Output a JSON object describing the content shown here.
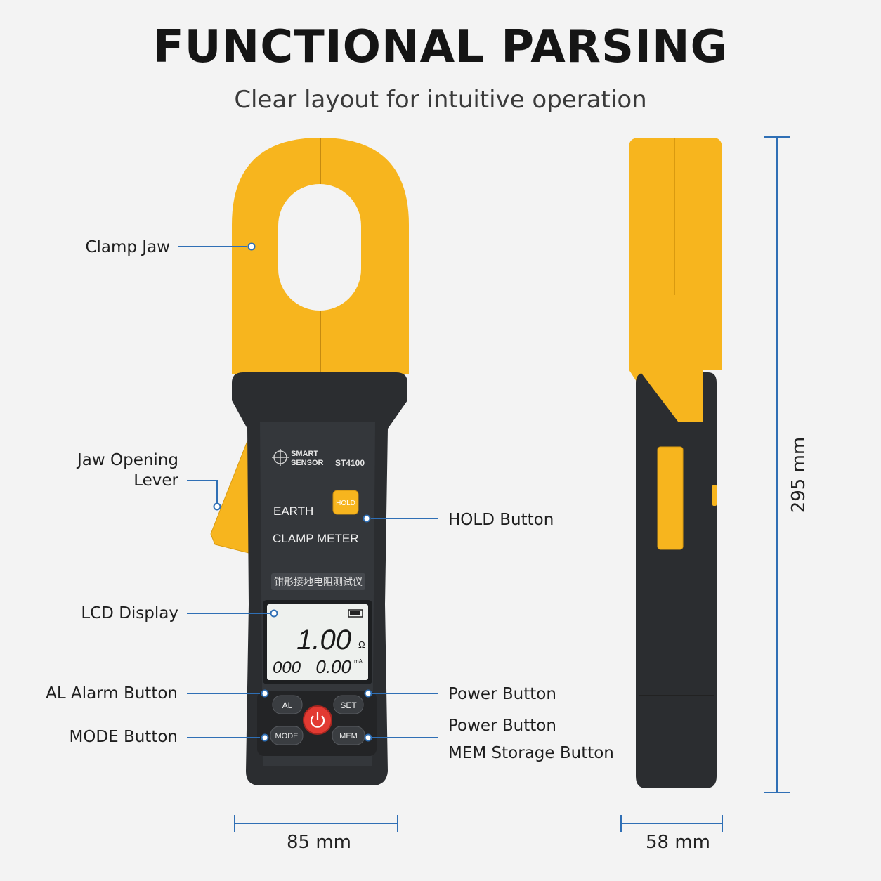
{
  "header": {
    "title": "FUNCTIONAL PARSING",
    "subtitle": "Clear layout for intuitive operation"
  },
  "callouts": {
    "clamp_jaw": "Clamp Jaw",
    "jaw_lever_line1": "Jaw Opening",
    "jaw_lever_line2": "Lever",
    "lcd_display": "LCD Display",
    "al_button": "AL Alarm Button",
    "mode_button": "MODE Button",
    "hold_button": "HOLD Button",
    "power_button_1": "Power Button",
    "power_button_2": "Power Button",
    "mem_button": "MEM Storage Button"
  },
  "dimensions": {
    "width_front": "85 mm",
    "width_side": "58 mm",
    "height": "295 mm"
  },
  "device": {
    "brand_line1": "SMART",
    "brand_line2": "SENSOR",
    "model": "ST4100",
    "name_line1": "EARTH",
    "name_line2": "CLAMP METER",
    "chinese_name": "钳形接地电阻测试仪",
    "hold_key": "HOLD",
    "al_key": "AL",
    "set_key": "SET",
    "mode_key": "MODE",
    "mem_key": "MEM",
    "lcd_main": "1.00",
    "lcd_main_unit": "Ω",
    "lcd_left": "000",
    "lcd_sub": "0.00",
    "lcd_sub_unit": "mA"
  },
  "colors": {
    "accent_line": "#2f6fb5",
    "body": "#2b2d30",
    "jaw": "#f7b51e"
  }
}
